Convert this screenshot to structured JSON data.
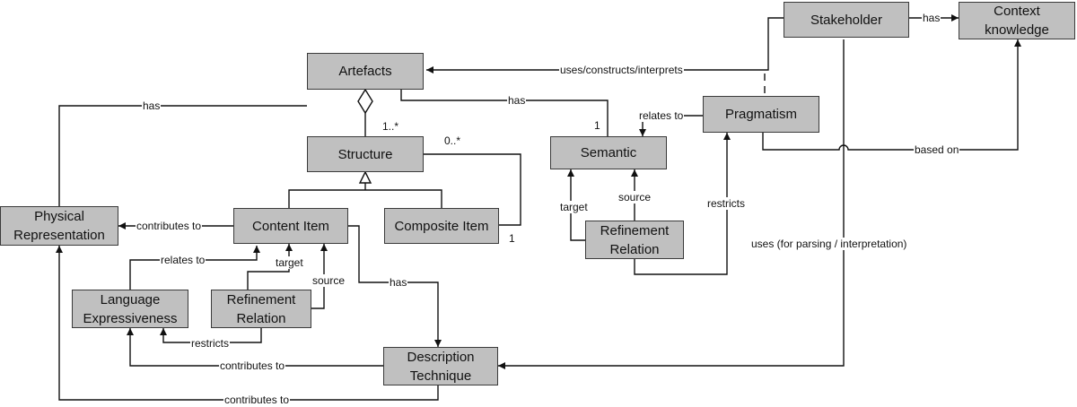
{
  "nodes": {
    "artefacts": "Artefacts",
    "structure": "Structure",
    "content_item": "Content Item",
    "composite_item": "Composite Item",
    "physical_representation": "Physical Representation",
    "language_expressiveness": "Language Expressiveness",
    "refinement_relation_left": "Refinement Relation",
    "description_technique": "Description Technique",
    "semantic": "Semantic",
    "refinement_relation_right": "Refinement Relation",
    "pragmatism": "Pragmatism",
    "stakeholder": "Stakeholder",
    "context_knowledge": "Context knowledge"
  },
  "edge_labels": {
    "has_artefacts_physical": "has",
    "has_artefacts_semantic": "has",
    "has_stakeholder_context": "has",
    "has_content_description": "has",
    "uses_constructs_interprets": "uses/constructs/interprets",
    "relates_to_pragmatism": "relates to",
    "relates_to_language": "relates to",
    "based_on": "based on",
    "contributes_to_content": "contributes to",
    "contributes_to_language": "contributes to",
    "contributes_to_physical": "contributes to",
    "target_left": "target",
    "source_left": "source",
    "target_right": "target",
    "source_right": "source",
    "restricts_language": "restricts",
    "restricts_pragmatism": "restricts",
    "uses_parsing": "uses (for parsing / interpretation)"
  },
  "multiplicities": {
    "structure_1_many": "1..*",
    "composite_0_many": "0..*",
    "composite_1": "1",
    "semantic_1": "1"
  },
  "colors": {
    "box_fill": "#c0c0c0",
    "stroke": "#3a3a3a",
    "line": "#111111"
  }
}
